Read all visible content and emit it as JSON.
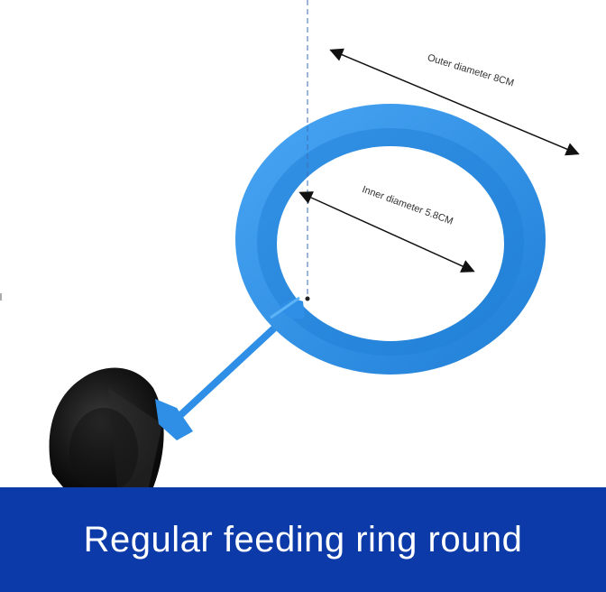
{
  "annotations": {
    "outer_diameter": "Outer diameter 8CM",
    "inner_diameter": "Inner diameter 5.8CM"
  },
  "banner": {
    "title": "Regular feeding ring round"
  },
  "colors": {
    "ring": "#2f8fe6",
    "banner": "#0c3aa8",
    "suction_cup": "#1a1a1a"
  }
}
